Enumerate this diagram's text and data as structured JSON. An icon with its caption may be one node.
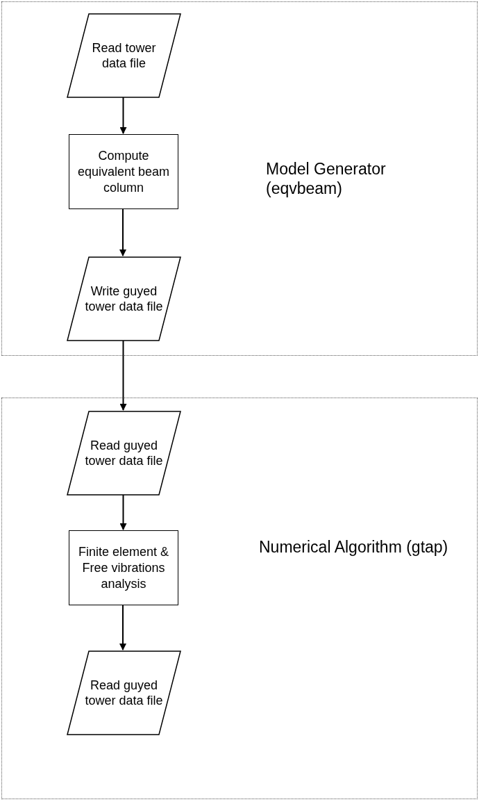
{
  "diagram": {
    "nodes": [
      {
        "text": [
          "Model Generator (eqvbeam)"
        ]
      },
      {
        "text": [
          "Read tower data file"
        ],
        "in": 0
      },
      {
        "text": [
          "Compute equivalent beam column"
        ],
        "in": 0
      },
      {
        "text": [
          "Write guyed tower data file"
        ],
        "in": 0
      },
      {
        "text": [
          "Numerical Algorithm (gtap)"
        ]
      },
      {
        "text": [
          "Read guyed tower data file"
        ],
        "in": 4
      },
      {
        "text": [
          "Finite element & Free vibrations analysis"
        ],
        "in": 4
      },
      {
        "text": [
          "Read guyed tower data file"
        ],
        "in": 4
      }
    ],
    "edges": [
      {
        "from": 1,
        "to": 2,
        "arrow": "to"
      },
      {
        "from": 2,
        "to": 3,
        "arrow": "to"
      },
      {
        "from": 3,
        "to": 5,
        "arrow": "to"
      },
      {
        "from": 5,
        "to": 6,
        "arrow": "to"
      },
      {
        "from": 6,
        "to": 7,
        "arrow": "to"
      }
    ]
  }
}
